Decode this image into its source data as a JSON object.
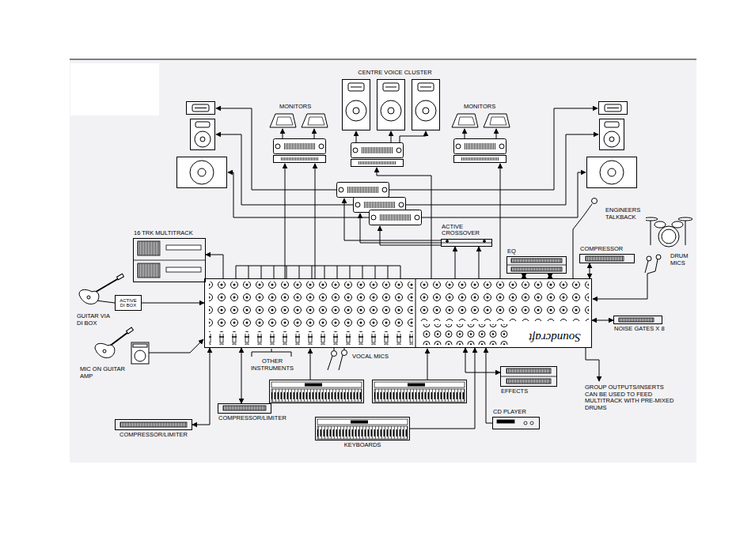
{
  "diagram": {
    "nodes": [
      {
        "text": [
          "16 TRK MULTITRACK"
        ]
      },
      {
        "text": [
          "ACTIVE CROSSOVER"
        ]
      },
      {
        "text": [
          "EQ"
        ]
      },
      {
        "text": [
          "COMPRESSOR"
        ]
      },
      {
        "text": [
          "Soundcraft"
        ]
      },
      {
        "text": [
          "ACTIVE DI BOX"
        ]
      },
      {
        "text": [
          "NOISE GATES X 8"
        ]
      },
      {
        "text": [
          "EFFECTS"
        ]
      },
      {
        "text": [
          "COMPRESSOR/LIMITER"
        ]
      },
      {
        "text": [
          "CD PLAYER"
        ]
      },
      {
        "text": [
          "COMPRESSOR/LIMITER"
        ]
      },
      {
        "text": [
          "KEYBOARDS"
        ]
      }
    ],
    "edges": [
      {
        "from": 4,
        "to": 0,
        "arrow": "to"
      },
      {
        "from": 5,
        "to": 4,
        "arrow": "to"
      },
      {
        "from": 4,
        "to": 10,
        "arrow": "both"
      },
      {
        "from": 4,
        "to": 8,
        "arrow": "both"
      },
      {
        "from": 11,
        "to": 4,
        "arrow": "to"
      },
      {
        "from": 4,
        "to": 1,
        "arrow": "to"
      },
      {
        "from": 4,
        "to": 1,
        "arrow": "to"
      },
      {
        "from": 4,
        "to": 2,
        "arrow": "both"
      },
      {
        "from": 4,
        "to": 2,
        "arrow": "both"
      },
      {
        "from": 4,
        "to": 3,
        "arrow": "both"
      },
      {
        "from": 4,
        "to": 6,
        "arrow": "both"
      },
      {
        "from": 4,
        "to": 7,
        "arrow": "both"
      },
      {
        "from": 9,
        "to": 4,
        "arrow": "to"
      }
    ],
    "labels": [
      "CENTRE VOICE CLUSTER",
      "MONITORS",
      "MONITORS",
      "ENGINEERS TALKBACK",
      "DRUM MICS",
      "GUITAR VIA DI BOX",
      "MIC ON GUITAR AMP",
      "OTHER INSTRUMENTS",
      "VOCAL MICS",
      "GROUP OUTPUTS/INSERTS CAN BE USED TO FEED MULTITRACK WITH PRE-MIXED DRUMS"
    ]
  }
}
